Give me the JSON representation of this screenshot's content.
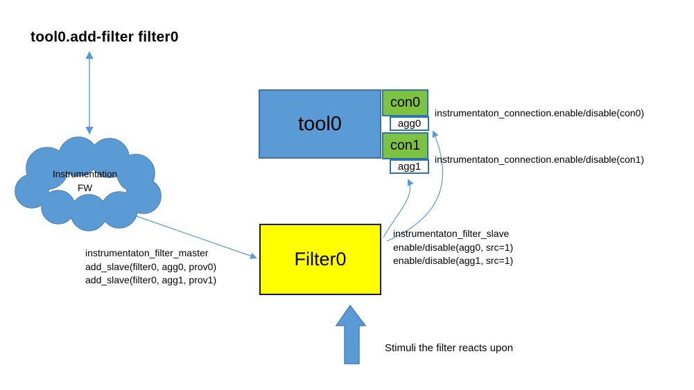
{
  "title": "tool0.add-filter filter0",
  "cloud": {
    "lines": [
      "Instrumentation",
      "FW"
    ]
  },
  "boxes": {
    "tool": "tool0",
    "con0": "con0",
    "agg0": "agg0",
    "con1": "con1",
    "agg1": "agg1",
    "filter": "Filter0"
  },
  "notes": {
    "con0": "instrumentaton_connection.enable/disable(con0)",
    "con1": "instrumentaton_connection.enable/disable(con1)",
    "slave": {
      "lines": [
        "instrumentaton_filter_slave",
        "enable/disable(agg0, src=1)",
        "enable/disable(agg1, src=1)"
      ]
    },
    "master": {
      "lines": [
        "instrumentaton_filter_master",
        "add_slave(filter0, agg0, prov0)",
        "add_slave(filter0, agg1, prov1)"
      ]
    },
    "stimuli": "Stimuli the filter reacts upon"
  },
  "colors": {
    "shape_blue": "#5b9bd5",
    "shape_blue_border": "#41719c",
    "green_fill": "#7ec242",
    "green_border": "#2e74b5",
    "yellow_fill": "#ffff00",
    "arrow_blue": "#5b9bd5"
  }
}
